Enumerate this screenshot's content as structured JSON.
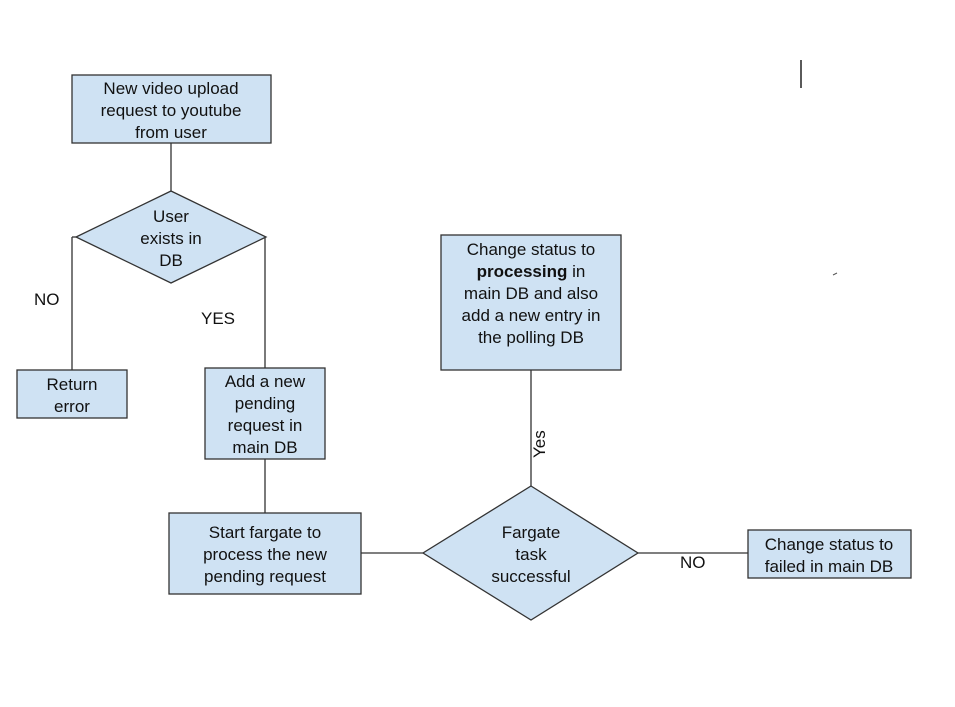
{
  "nodes": {
    "upload_request": {
      "lines": [
        "New video upload",
        "request to youtube",
        "from user"
      ]
    },
    "user_exists": {
      "lines": [
        "User",
        "exists in",
        "DB"
      ]
    },
    "return_error": {
      "lines": [
        "Return",
        "error"
      ]
    },
    "add_pending": {
      "lines": [
        "Add a new",
        "pending",
        "request in",
        "main DB"
      ]
    },
    "start_fargate": {
      "lines": [
        "Start fargate to",
        "process the new",
        "pending request"
      ]
    },
    "fargate_success": {
      "lines": [
        "Fargate",
        "task",
        "successful"
      ]
    },
    "status_processing": {
      "line1": "Change status to",
      "line2_bold": "processing",
      "line2_rest": " in",
      "line3": "main DB and also",
      "line4": "add a new entry in",
      "line5": "the polling DB"
    },
    "status_failed": {
      "lines": [
        "Change status to",
        "failed in main DB"
      ]
    }
  },
  "edge_labels": {
    "no_user": "NO",
    "yes_user": "YES",
    "yes_fargate": "Yes",
    "no_fargate": "NO"
  },
  "colors": {
    "node_fill": "#cfe2f3",
    "stroke": "#333333"
  }
}
